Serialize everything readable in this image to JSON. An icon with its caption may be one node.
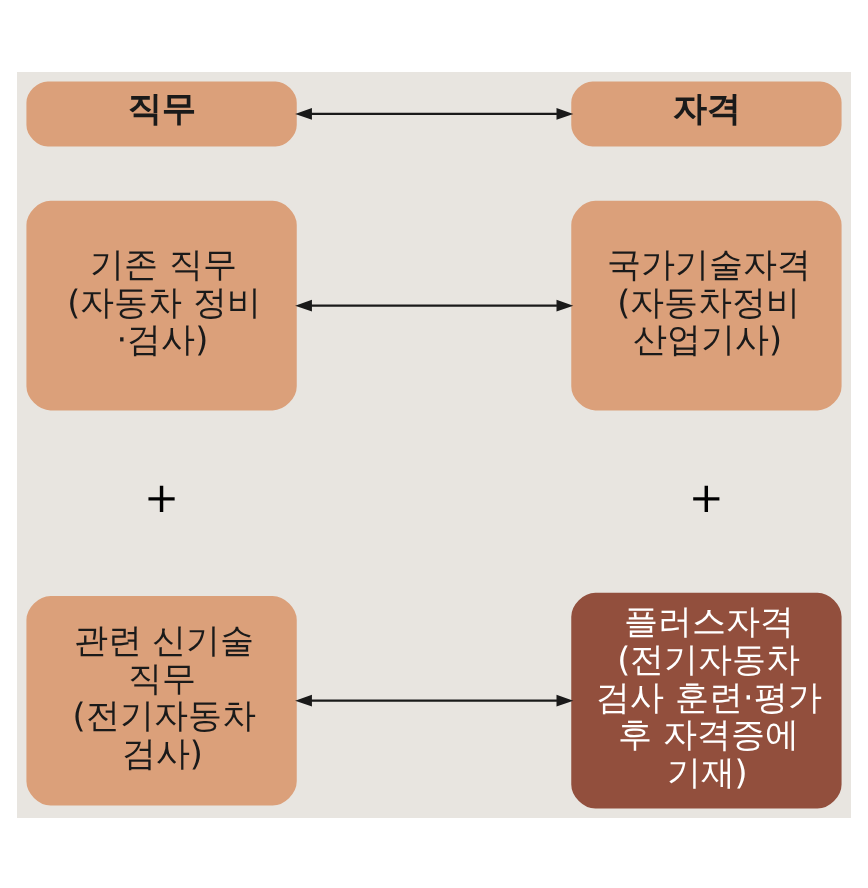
{
  "diagram": {
    "nodes": [
      {
        "text": [
          "직무"
        ]
      },
      {
        "text": [
          "자격"
        ]
      },
      {
        "text": [
          "기존 직무",
          "(자동차 정비 ·검사)"
        ]
      },
      {
        "text": [
          "국가기술자격",
          "(자동차정비 산업기사)"
        ]
      },
      {
        "text": [
          "관련 신기술 직무",
          "(전기자동차 검사)"
        ]
      },
      {
        "text": [
          "플러스자격",
          "(전기자동차 검사 훈련·평가 후 자격증에 기재)"
        ]
      }
    ],
    "edges": [
      {
        "from": 0,
        "to": 1,
        "arrow": "both"
      },
      {
        "from": 2,
        "to": 3,
        "arrow": "both"
      },
      {
        "from": 4,
        "to": 5,
        "arrow": "both"
      }
    ],
    "labels": [
      "+",
      "+"
    ]
  }
}
